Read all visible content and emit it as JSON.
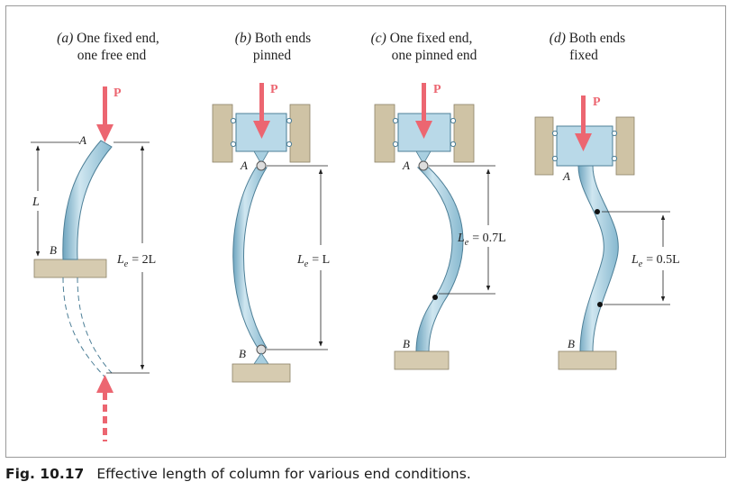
{
  "panels": {
    "a": {
      "tag": "(a)",
      "title_line1": "One fixed end,",
      "title_line2": "one free end",
      "point_top": "A",
      "point_bottom": "B",
      "load": "P",
      "length": "L",
      "le_symbol": "L",
      "le_sub": "e",
      "le_value": "= 2L"
    },
    "b": {
      "tag": "(b)",
      "title_line1": "Both ends",
      "title_line2": "pinned",
      "point_top": "A",
      "point_bottom": "B",
      "load": "P",
      "le_symbol": "L",
      "le_sub": "e",
      "le_value": "= L"
    },
    "c": {
      "tag": "(c)",
      "title_line1": "One fixed end,",
      "title_line2": "one pinned end",
      "point_top": "A",
      "point_bottom": "B",
      "load": "P",
      "le_symbol": "L",
      "le_sub": "e",
      "le_value": "= 0.7L"
    },
    "d": {
      "tag": "(d)",
      "title_line1": "Both ends",
      "title_line2": "fixed",
      "point_top": "A",
      "point_bottom": "B",
      "load": "P",
      "le_symbol": "L",
      "le_sub": "e",
      "le_value": "= 0.5L"
    }
  },
  "caption": {
    "figure_number": "Fig. 10.17",
    "text": "Effective length of column for various end conditions."
  },
  "colors": {
    "column_fill": "#a8cfe0",
    "column_edge": "#4d7f97",
    "load_arrow": "#ec6671",
    "wall": "#cfc3a5",
    "wall_edge": "#8d8268",
    "ground": "#d6cbb0",
    "block": "#b9d9e8"
  }
}
